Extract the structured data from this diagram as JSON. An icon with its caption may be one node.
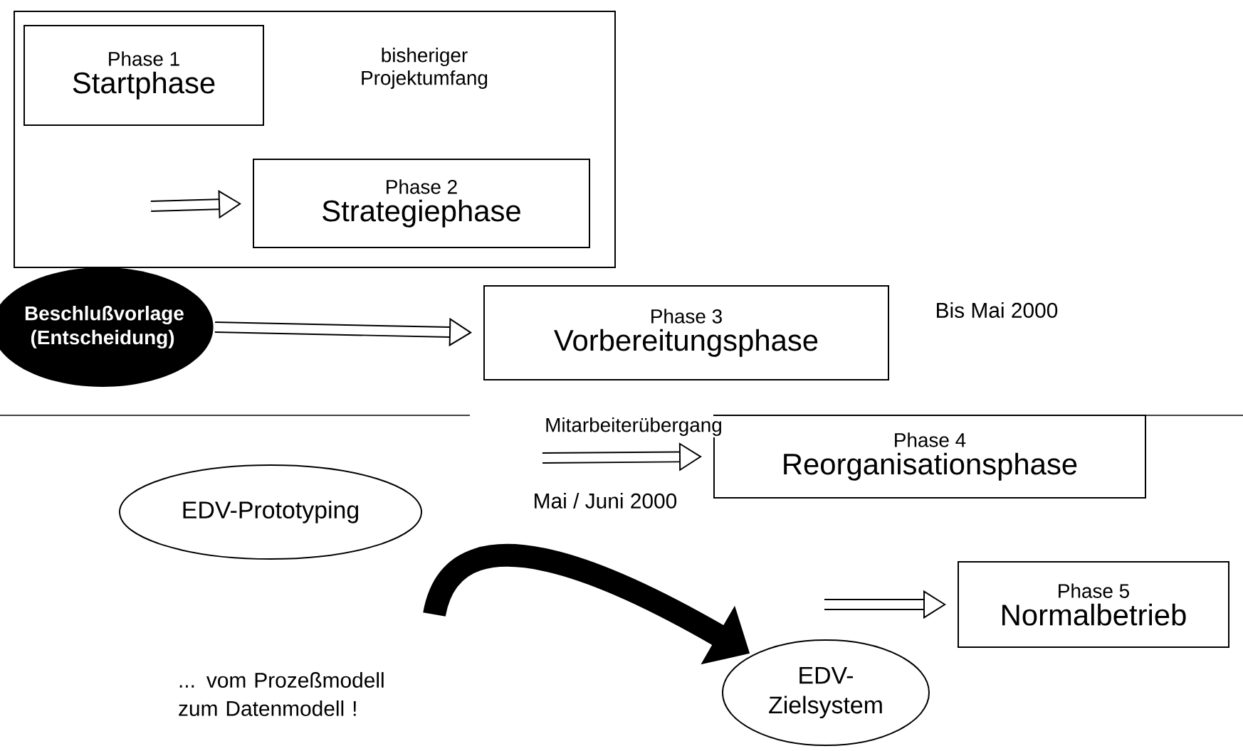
{
  "diagram": {
    "nodes": [
      {
        "text": [
          "bisheriger Projektumfang"
        ]
      },
      {
        "text": [
          "Phase 1",
          "Startphase"
        ],
        "in": 0
      },
      {
        "text": [
          "Phase 2",
          "Strategiephase"
        ],
        "in": 0
      },
      {
        "text": [
          "Beschlußvorlage (Entscheidung)"
        ]
      },
      {
        "text": [
          "Phase 3",
          "Vorbereitungsphase"
        ],
        "beside": [
          "Bis Mai 2000"
        ]
      },
      {
        "text": [
          "EDV-Prototyping"
        ]
      },
      {
        "text": [
          "Phase 4",
          "Reorganisationsphase"
        ]
      },
      {
        "text": [
          "Phase 5",
          "Normalbetrieb"
        ]
      },
      {
        "text": [
          "EDV- Zielsystem"
        ]
      }
    ],
    "edges": [
      {
        "from": null,
        "to": 2,
        "arrow": "to"
      },
      {
        "from": 3,
        "to": 4,
        "arrow": "to"
      },
      {
        "from": null,
        "to": 6,
        "arrow": "to",
        "label": "Mitarbeiterübergang"
      },
      {
        "from": null,
        "to": 7,
        "arrow": "to"
      },
      {
        "from": null,
        "to": 8,
        "arrow": "to",
        "style": "thick"
      }
    ],
    "labels": [
      "Mai / Juni 2000",
      "... vom Prozeßmodell zum Datenmodell !"
    ]
  }
}
